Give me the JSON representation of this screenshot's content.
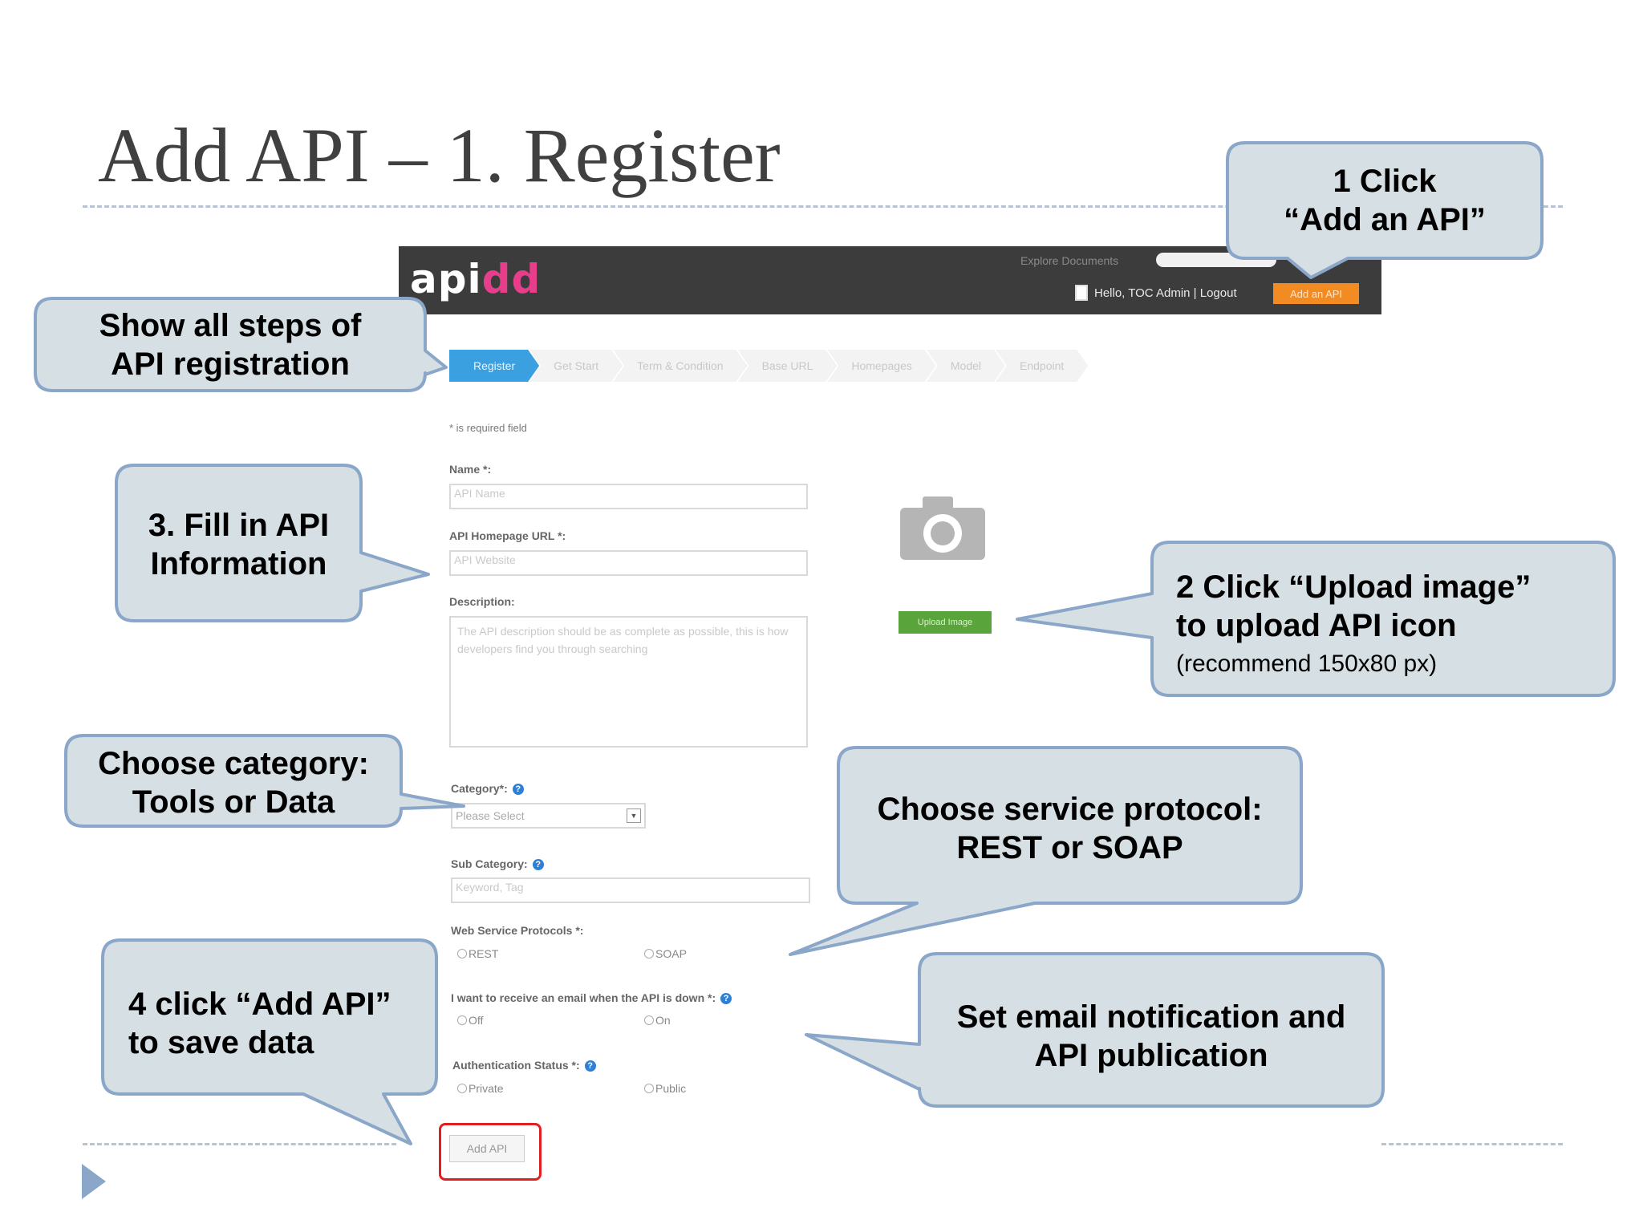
{
  "slide": {
    "title": "Add API – 1. Register"
  },
  "app": {
    "logo_part1": "api",
    "logo_part2": "dd",
    "top_nav": "Explore  Documents",
    "user_text": "Hello, TOC Admin  |  Logout",
    "add_api_top_label": "Add an API",
    "steps": [
      {
        "label": "Register"
      },
      {
        "label": "Get Start"
      },
      {
        "label": "Term & Condition"
      },
      {
        "label": "Base URL"
      },
      {
        "label": "Homepages"
      },
      {
        "label": "Model"
      },
      {
        "label": "Endpoint"
      }
    ],
    "required_note": "* is required field",
    "name_label": "Name *:",
    "name_placeholder": "API Name",
    "homepage_label": "API Homepage URL *:",
    "homepage_placeholder": "API Website",
    "description_label": "Description:",
    "description_placeholder": "The API description should be as complete as possible, this is how developers find you through searching",
    "upload_label": "Upload Image",
    "category_label": "Category*:",
    "category_value": "Please Select",
    "subcategory_label": "Sub Category:",
    "subcategory_placeholder": "Keyword, Tag",
    "protocol_label": "Web Service Protocols *:",
    "protocol_rest": "REST",
    "protocol_soap": "SOAP",
    "email_label": "I want to receive an email when the API is down *:",
    "email_off": "Off",
    "email_on": "On",
    "auth_label": "Authentication Status *:",
    "auth_private": "Private",
    "auth_public": "Public",
    "add_api_button": "Add API"
  },
  "callouts": {
    "click_add": {
      "line1": "1 Click",
      "line2": "“Add an API”"
    },
    "show_steps": {
      "line1": "Show all steps of",
      "line2": "API registration"
    },
    "fill_info": {
      "line1": "3. Fill in API",
      "line2": "Information"
    },
    "upload_image": {
      "line1": "2 Click “Upload image”",
      "line2": "to upload API icon",
      "line3": "(recommend 150x80 px)"
    },
    "category": {
      "line1": "Choose category:",
      "line2": "Tools or Data"
    },
    "protocol": {
      "line1": "Choose service protocol:",
      "line2": "REST or SOAP"
    },
    "add_api": {
      "line1": "4 click “Add API”",
      "line2": "to save data"
    },
    "email": {
      "line1": "Set email notification and",
      "line2": "API publication"
    }
  },
  "colors": {
    "callout_fill": "#d6dfe3",
    "callout_stroke": "#8aa6c8",
    "topbar": "#3c3c3c",
    "accent_orange": "#f28b22",
    "step_active": "#3aa0df"
  }
}
